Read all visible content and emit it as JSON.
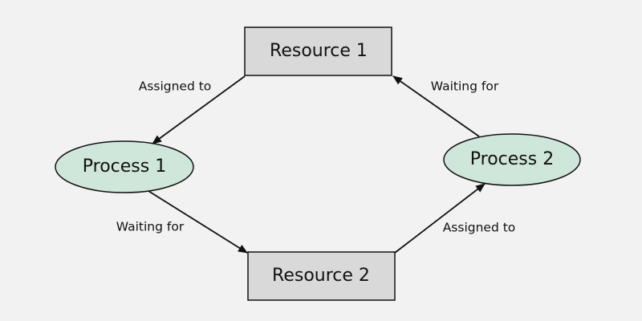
{
  "diagram": {
    "nodes": {
      "resource1": {
        "label": "Resource 1",
        "fill": "#d9d9d9"
      },
      "resource2": {
        "label": "Resource 2",
        "fill": "#d9d9d9"
      },
      "process1": {
        "label": "Process 1",
        "fill": "#cfe6db"
      },
      "process2": {
        "label": "Process 2",
        "fill": "#cfe6db"
      }
    },
    "edges": {
      "r1_to_p1": {
        "label": "Assigned to"
      },
      "p2_to_r1": {
        "label": "Waiting for"
      },
      "p1_to_r2": {
        "label": "Waiting for"
      },
      "r2_to_p2": {
        "label": "Assigned to"
      }
    },
    "colors": {
      "background": "#f2f2f2",
      "stroke": "#111111"
    }
  }
}
